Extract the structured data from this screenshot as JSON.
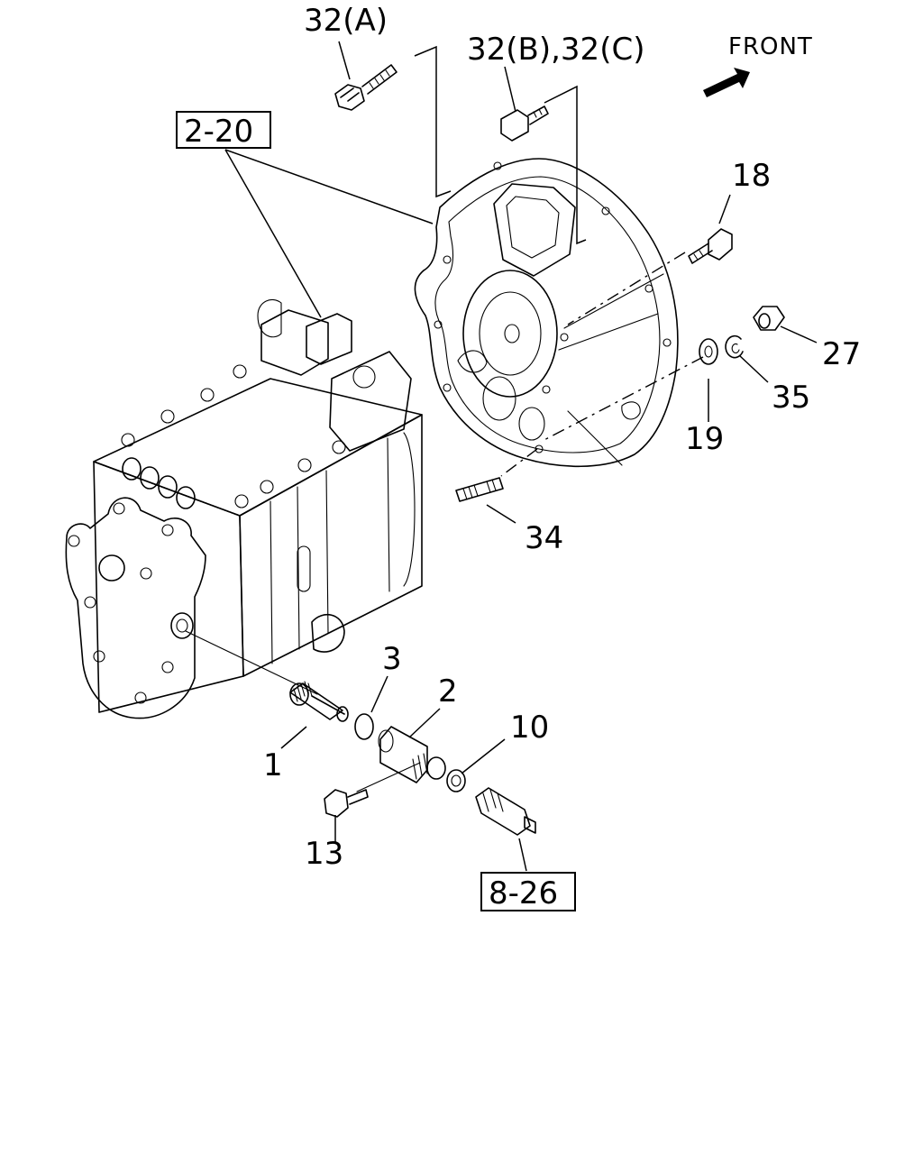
{
  "diagram": {
    "front_label": "FRONT",
    "callouts": {
      "c32a": "32(A)",
      "c32bc": "32(B),32(C)",
      "c18": "18",
      "c27": "27",
      "c35": "35",
      "c19": "19",
      "c34": "34",
      "c3": "3",
      "c2": "2",
      "c10": "10",
      "c1": "1",
      "c13": "13"
    },
    "ref_boxes": {
      "r220": "2-20",
      "r826": "8-26"
    },
    "icons": {
      "front_arrow": "front-arrow-icon"
    }
  }
}
